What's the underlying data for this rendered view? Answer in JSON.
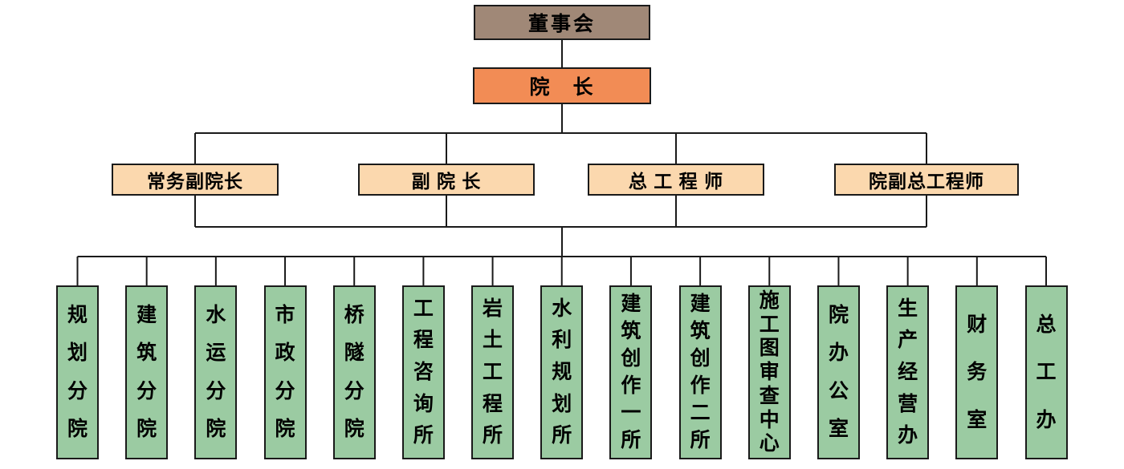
{
  "org_chart": {
    "board": {
      "label": "董事会"
    },
    "president": {
      "label": "院　长"
    },
    "executives": [
      {
        "label": "常务副院长"
      },
      {
        "label": "副 院 长"
      },
      {
        "label": "总 工 程 师"
      },
      {
        "label": "院副总工程师"
      }
    ],
    "departments": [
      {
        "label": "规划分院"
      },
      {
        "label": "建筑分院"
      },
      {
        "label": "水运分院"
      },
      {
        "label": "市政分院"
      },
      {
        "label": "桥隧分院"
      },
      {
        "label": "工程咨询所"
      },
      {
        "label": "岩土工程所"
      },
      {
        "label": "水利规划所"
      },
      {
        "label": "建筑创作一所"
      },
      {
        "label": "建筑创作二所"
      },
      {
        "label": "施工图审查中心"
      },
      {
        "label": "院办公室"
      },
      {
        "label": "生产经营办"
      },
      {
        "label": "财务室"
      },
      {
        "label": "总工办"
      }
    ],
    "colors": {
      "board_fill": "#A08877",
      "president_fill": "#F28C55",
      "executive_fill": "#FBD8AE",
      "department_fill": "#9BCBA2",
      "line": "#1a1a1a",
      "text": "#000000",
      "background": "#FFFFFF"
    }
  }
}
